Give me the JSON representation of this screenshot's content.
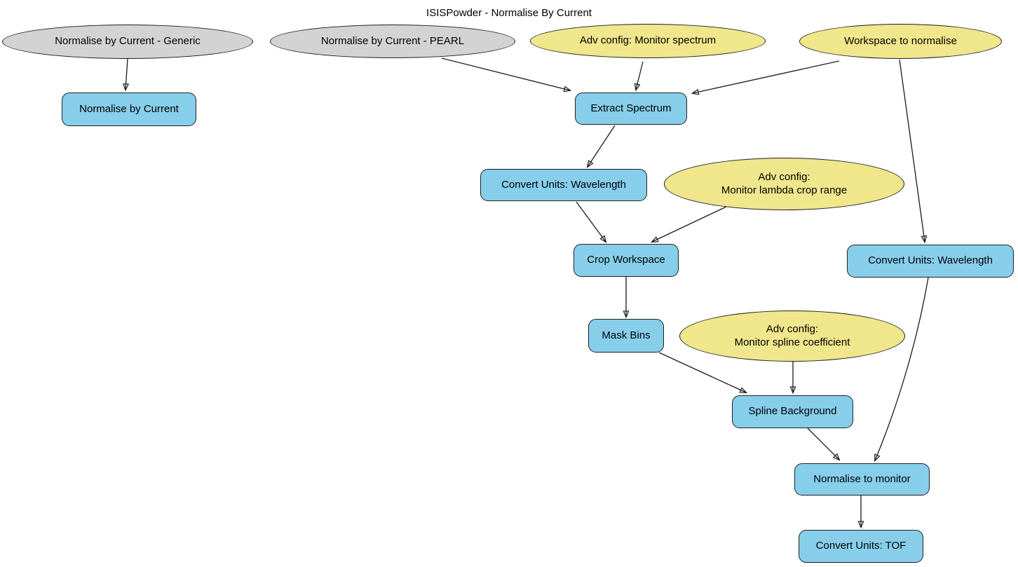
{
  "title": "ISISPowder - Normalise By Current",
  "colors": {
    "entry_node_fill": "#d3d3d3",
    "input_node_fill": "#f0e68c",
    "step_node_fill": "#87ceeb",
    "edge_stroke": "#1a1a1a",
    "background": "#ffffff",
    "text": "#000000"
  },
  "nodes": [
    {
      "id": "normalise-by-current-generic",
      "label": "Normalise by Current - Generic",
      "shape": "ellipse",
      "fill": "#d3d3d3"
    },
    {
      "id": "normalise-by-current-pearl",
      "label": "Normalise by Current - PEARL",
      "shape": "ellipse",
      "fill": "#d3d3d3"
    },
    {
      "id": "adv-config-monitor-spectrum",
      "label": "Adv config: Monitor spectrum",
      "shape": "ellipse",
      "fill": "#f0e68c"
    },
    {
      "id": "workspace-to-normalise",
      "label": "Workspace to normalise",
      "shape": "ellipse",
      "fill": "#f0e68c"
    },
    {
      "id": "normalise-by-current",
      "label": "Normalise by Current",
      "shape": "rect",
      "fill": "#87ceeb"
    },
    {
      "id": "extract-spectrum",
      "label": "Extract Spectrum",
      "shape": "rect",
      "fill": "#87ceeb"
    },
    {
      "id": "convert-units-wavelength-monitor",
      "label": "Convert Units: Wavelength",
      "shape": "rect",
      "fill": "#87ceeb"
    },
    {
      "id": "adv-config-monitor-lambda-crop-range",
      "label": "Adv config:\nMonitor lambda crop range",
      "shape": "ellipse",
      "fill": "#f0e68c"
    },
    {
      "id": "crop-workspace",
      "label": "Crop Workspace",
      "shape": "rect",
      "fill": "#87ceeb"
    },
    {
      "id": "convert-units-wavelength-workspace",
      "label": "Convert Units: Wavelength",
      "shape": "rect",
      "fill": "#87ceeb"
    },
    {
      "id": "mask-bins",
      "label": "Mask Bins",
      "shape": "rect",
      "fill": "#87ceeb"
    },
    {
      "id": "adv-config-monitor-spline-coefficient",
      "label": "Adv config:\nMonitor spline coefficient",
      "shape": "ellipse",
      "fill": "#f0e68c"
    },
    {
      "id": "spline-background",
      "label": "Spline Background",
      "shape": "rect",
      "fill": "#87ceeb"
    },
    {
      "id": "normalise-to-monitor",
      "label": "Normalise to monitor",
      "shape": "rect",
      "fill": "#87ceeb"
    },
    {
      "id": "convert-units-tof",
      "label": "Convert Units: TOF",
      "shape": "rect",
      "fill": "#87ceeb"
    }
  ],
  "edges": [
    {
      "from": "normalise-by-current-generic",
      "to": "normalise-by-current"
    },
    {
      "from": "normalise-by-current-pearl",
      "to": "extract-spectrum"
    },
    {
      "from": "adv-config-monitor-spectrum",
      "to": "extract-spectrum"
    },
    {
      "from": "workspace-to-normalise",
      "to": "extract-spectrum"
    },
    {
      "from": "extract-spectrum",
      "to": "convert-units-wavelength-monitor"
    },
    {
      "from": "convert-units-wavelength-monitor",
      "to": "crop-workspace"
    },
    {
      "from": "adv-config-monitor-lambda-crop-range",
      "to": "crop-workspace"
    },
    {
      "from": "crop-workspace",
      "to": "mask-bins"
    },
    {
      "from": "mask-bins",
      "to": "spline-background"
    },
    {
      "from": "adv-config-monitor-spline-coefficient",
      "to": "spline-background"
    },
    {
      "from": "spline-background",
      "to": "normalise-to-monitor"
    },
    {
      "from": "workspace-to-normalise",
      "to": "convert-units-wavelength-workspace"
    },
    {
      "from": "convert-units-wavelength-workspace",
      "to": "normalise-to-monitor"
    },
    {
      "from": "normalise-to-monitor",
      "to": "convert-units-tof"
    }
  ]
}
